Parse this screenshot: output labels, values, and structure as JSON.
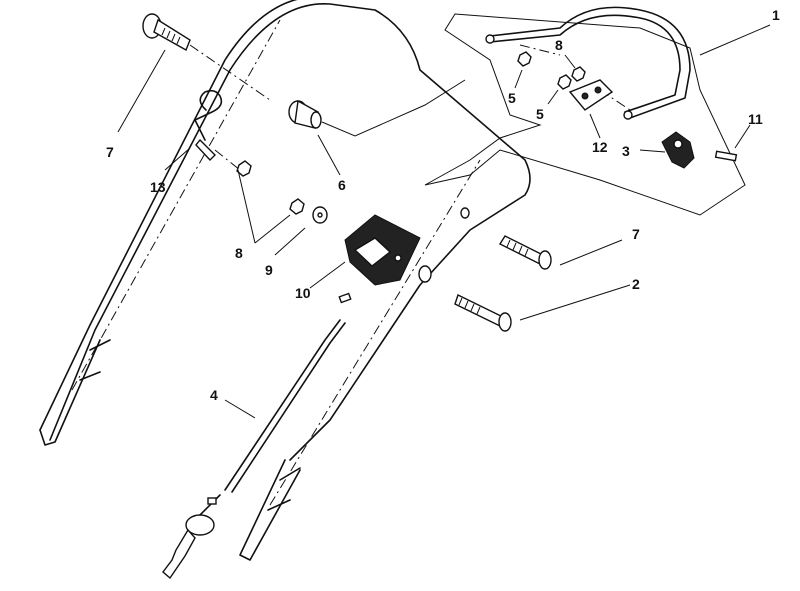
{
  "callouts": [
    {
      "id": "c1",
      "label": "1"
    },
    {
      "id": "c2",
      "label": "2"
    },
    {
      "id": "c3",
      "label": "3"
    },
    {
      "id": "c4",
      "label": "4"
    },
    {
      "id": "c5a",
      "label": "5"
    },
    {
      "id": "c5b",
      "label": "5"
    },
    {
      "id": "c6",
      "label": "6"
    },
    {
      "id": "c7a",
      "label": "7"
    },
    {
      "id": "c7b",
      "label": "7"
    },
    {
      "id": "c8a",
      "label": "8"
    },
    {
      "id": "c8b",
      "label": "8"
    },
    {
      "id": "c9",
      "label": "9"
    },
    {
      "id": "c10",
      "label": "10"
    },
    {
      "id": "c11",
      "label": "11"
    },
    {
      "id": "c12",
      "label": "12"
    },
    {
      "id": "c13",
      "label": "13"
    }
  ]
}
